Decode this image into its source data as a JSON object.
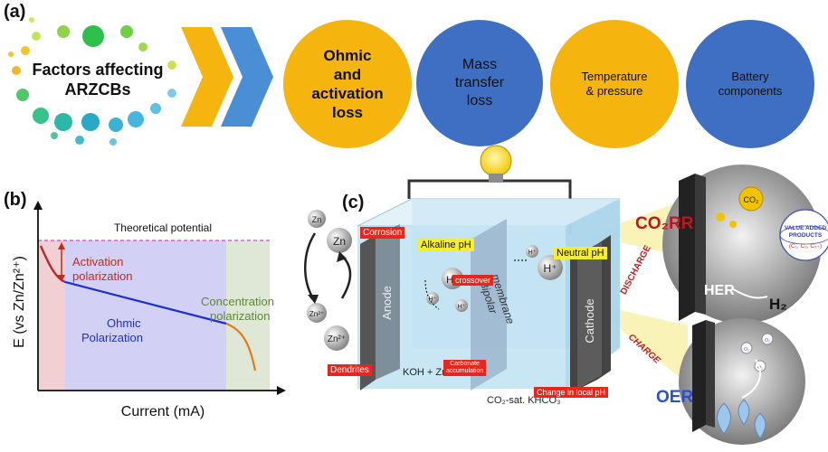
{
  "panel_a": {
    "label": "(a)",
    "factors_line1": "Factors affecting",
    "factors_line2": "ARZCBs",
    "circles": [
      {
        "lines": [
          "Ohmic",
          "and",
          "activation",
          "loss"
        ],
        "color": "#f5b40e"
      },
      {
        "lines": [
          "Mass",
          "transfer",
          "loss"
        ],
        "color": "#3f6fc2"
      },
      {
        "lines": [
          "Temperature",
          "& pressure"
        ],
        "color": "#f5b40e"
      },
      {
        "lines": [
          "Battery",
          "components"
        ],
        "color": "#3f6fc2"
      }
    ],
    "chevron_colors": [
      "#f5b40e",
      "#4a8fd6"
    ]
  },
  "panel_b": {
    "label": "(b)",
    "theoretical": "Theoretical potential",
    "activation": [
      "Activation",
      "polarization"
    ],
    "ohmic": [
      "Ohmic",
      "Polarization"
    ],
    "concentration": [
      "Concentration",
      "polarization"
    ],
    "ylabel": "E (vs Zn/Zn²⁺)",
    "xlabel": "Current (mA)"
  },
  "panel_c": {
    "label": "(c)",
    "zn": "Zn",
    "zn2": "Zn²⁺",
    "anode": "Anode",
    "cathode": "Cathode",
    "membrane": [
      "Bipolar",
      "membrane"
    ],
    "hplus": "H⁺",
    "tags_red": {
      "corrosion": "Corrosion",
      "crossover": "crossover",
      "dendrites": "Dendrites",
      "carbonate": [
        "Carbonate",
        "accumulation"
      ],
      "local_ph": "Change in local pH"
    },
    "tags_yellow": {
      "alkaline": "Alkaline pH",
      "neutral": "Neutral pH"
    },
    "koh": "KOH + Zn acetate",
    "khco3": "CO₂-sat. KHCO₃",
    "discharge": "DISCHARGE",
    "charge": "CHARGE",
    "co2rr": "CO₂RR",
    "her": "HER",
    "h2": "H₂",
    "co2": "CO₂",
    "value_added": [
      "VALUE ADDED",
      "PRODUCTS"
    ],
    "products": "(C₁, C₂, C₂₊)",
    "oer": "OER",
    "o2": "O₂"
  }
}
